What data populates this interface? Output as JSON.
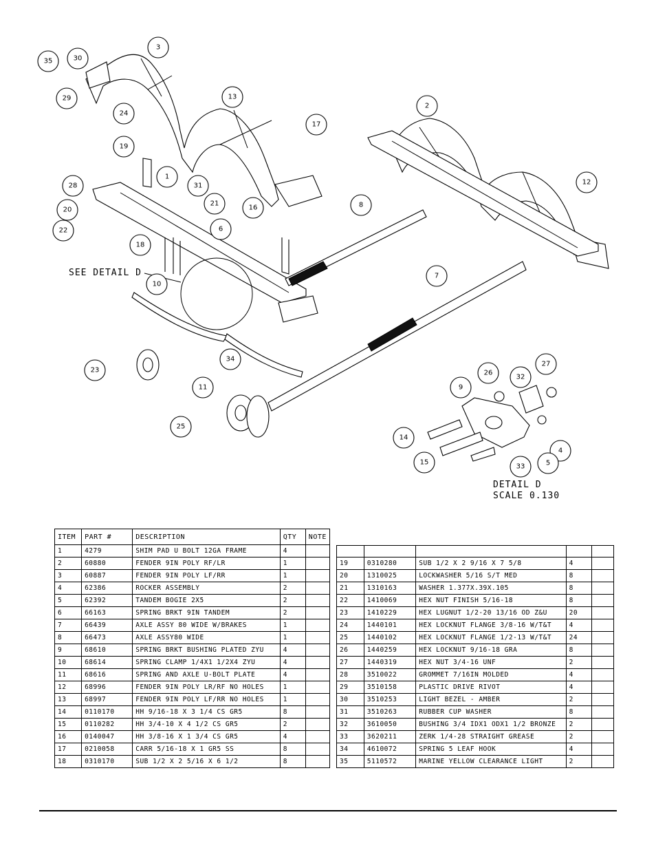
{
  "drawing": {
    "see_detail": "SEE DETAIL D",
    "detail_title": "DETAIL D",
    "detail_scale": "SCALE 0.130",
    "balloons": [
      "1",
      "2",
      "3",
      "4",
      "5",
      "6",
      "7",
      "8",
      "9",
      "10",
      "11",
      "12",
      "13",
      "14",
      "15",
      "16",
      "17",
      "18",
      "19",
      "20",
      "21",
      "22",
      "23",
      "24",
      "25",
      "26",
      "27",
      "28",
      "29",
      "30",
      "31",
      "32",
      "33",
      "34",
      "35"
    ]
  },
  "bom": {
    "headers": {
      "item": "ITEM",
      "part": "PART #",
      "description": "DESCRIPTION",
      "qty": "QTY",
      "note": "NOTE"
    },
    "left_rows": [
      {
        "item": "1",
        "part": "4279",
        "description": "SHIM PAD U BOLT 12GA FRAME",
        "qty": "4"
      },
      {
        "item": "2",
        "part": "60880",
        "description": "FENDER 9IN POLY RF/LR",
        "qty": "1"
      },
      {
        "item": "3",
        "part": "60887",
        "description": "FENDER 9IN POLY LF/RR",
        "qty": "1"
      },
      {
        "item": "4",
        "part": "62386",
        "description": "ROCKER ASSEMBLY",
        "qty": "2"
      },
      {
        "item": "5",
        "part": "62392",
        "description": "TANDEM BOGIE 2X5",
        "qty": "2"
      },
      {
        "item": "6",
        "part": "66163",
        "description": "SPRING BRKT 9IN TANDEM",
        "qty": "2"
      },
      {
        "item": "7",
        "part": "66439",
        "description": "AXLE ASSY 80 WIDE W/BRAKES",
        "qty": "1"
      },
      {
        "item": "8",
        "part": "66473",
        "description": "AXLE ASSY80 WIDE",
        "qty": "1"
      },
      {
        "item": "9",
        "part": "68610",
        "description": "SPRING BRKT BUSHING PLATED ZYU",
        "qty": "4"
      },
      {
        "item": "10",
        "part": "68614",
        "description": "SPRING CLAMP 1/4X1 1/2X4 ZYU",
        "qty": "4"
      },
      {
        "item": "11",
        "part": "68616",
        "description": "SPRING AND AXLE U-BOLT PLATE",
        "qty": "4"
      },
      {
        "item": "12",
        "part": "68996",
        "description": "FENDER 9IN POLY LR/RF NO HOLES",
        "qty": "1"
      },
      {
        "item": "13",
        "part": "68997",
        "description": "FENDER 9IN POLY LF/RR NO HOLES",
        "qty": "1"
      },
      {
        "item": "14",
        "part": "0110170",
        "description": "HH 9/16-18 X 3 1/4 CS GR5",
        "qty": "8"
      },
      {
        "item": "15",
        "part": "0110282",
        "description": "HH 3/4-10 X 4 1/2 CS GR5",
        "qty": "2"
      },
      {
        "item": "16",
        "part": "0140047",
        "description": "HH 3/8-16 X 1 3/4 CS GR5",
        "qty": "4"
      },
      {
        "item": "17",
        "part": "0210058",
        "description": "CARR 5/16-18 X 1 GR5 SS",
        "qty": "8"
      },
      {
        "item": "18",
        "part": "0310170",
        "description": "SUB 1/2 X 2 5/16 X 6 1/2",
        "qty": "8"
      }
    ],
    "right_rows": [
      {
        "item": "19",
        "part": "0310280",
        "description": "SUB 1/2 X 2 9/16 X 7 5/8",
        "qty": "4"
      },
      {
        "item": "20",
        "part": "1310025",
        "description": "LOCKWASHER 5/16 S/T MED",
        "qty": "8"
      },
      {
        "item": "21",
        "part": "1310163",
        "description": "WASHER 1.377X.39X.105",
        "qty": "8"
      },
      {
        "item": "22",
        "part": "1410069",
        "description": "HEX NUT FINISH 5/16-18",
        "qty": "8"
      },
      {
        "item": "23",
        "part": "1410229",
        "description": "HEX LUGNUT 1/2-20 13/16 OD Z&U",
        "qty": "20"
      },
      {
        "item": "24",
        "part": "1440101",
        "description": "HEX LOCKNUT FLANGE 3/8-16 W/T&T",
        "qty": "4"
      },
      {
        "item": "25",
        "part": "1440102",
        "description": "HEX LOCKNUT FLANGE 1/2-13 W/T&T",
        "qty": "24"
      },
      {
        "item": "26",
        "part": "1440259",
        "description": "HEX LOCKNUT 9/16-18 GRA",
        "qty": "8"
      },
      {
        "item": "27",
        "part": "1440319",
        "description": "HEX NUT 3/4-16 UNF",
        "qty": "2"
      },
      {
        "item": "28",
        "part": "3510022",
        "description": "GROMMET 7/16IN MOLDED",
        "qty": "4"
      },
      {
        "item": "29",
        "part": "3510158",
        "description": "PLASTIC DRIVE RIVOT",
        "qty": "4"
      },
      {
        "item": "30",
        "part": "3510253",
        "description": "LIGHT BEZEL - AMBER",
        "qty": "2"
      },
      {
        "item": "31",
        "part": "3510263",
        "description": "RUBBER CUP WASHER",
        "qty": "8"
      },
      {
        "item": "32",
        "part": "3610050",
        "description": "BUSHING 3/4 IDX1 ODX1 1/2 BRONZE",
        "qty": "2"
      },
      {
        "item": "33",
        "part": "3620211",
        "description": "ZERK 1/4-28 STRAIGHT GREASE",
        "qty": "2"
      },
      {
        "item": "34",
        "part": "4610072",
        "description": "SPRING 5 LEAF HOOK",
        "qty": "4"
      },
      {
        "item": "35",
        "part": "5110572",
        "description": "MARINE YELLOW CLEARANCE LIGHT",
        "qty": "2"
      }
    ]
  }
}
